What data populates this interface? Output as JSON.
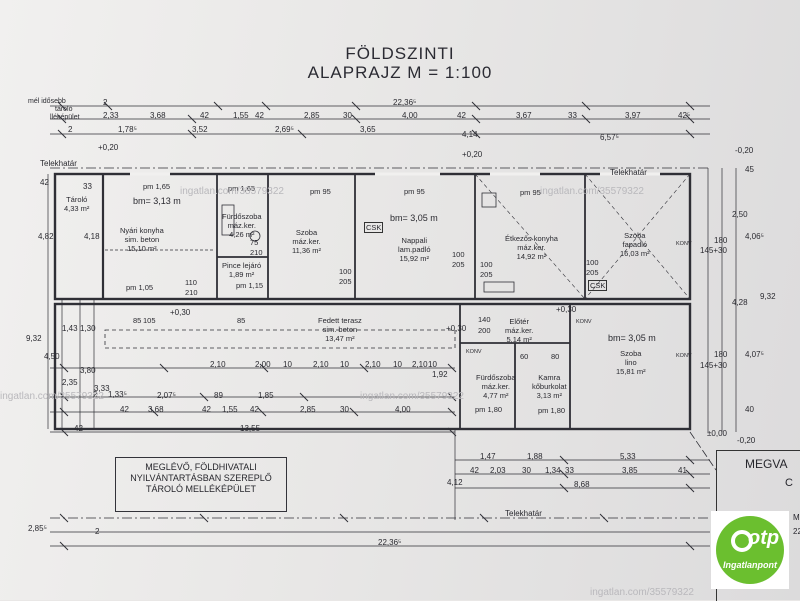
{
  "title_line1": "FÖLDSZINTI",
  "title_line2": "ALAPRAJZ M = 1:100",
  "annotations": {
    "top_left": [
      "mél idősebb",
      "tároló",
      "lléképület"
    ],
    "boundary": "Telekhatár",
    "levels": [
      "+0,20",
      "+0,20",
      "-0,20",
      "+0,30",
      "+0,30",
      "+0,30",
      "±0,00",
      "-0,20"
    ]
  },
  "dims_top": [
    "2",
    "2,33",
    "3,68",
    "42",
    "1,55",
    "42",
    "2,85",
    "30",
    "4,00",
    "42",
    "3,67",
    "33",
    "3,97",
    "42⁵",
    "2",
    "1,78⁵",
    "3,52",
    "2,69⁵",
    "3,65",
    "4,14",
    "6,57⁵",
    "22,36⁵"
  ],
  "dims_mid": [
    "2,10",
    "2,00",
    "10",
    "2,10",
    "10",
    "2,10",
    "10",
    "2,10",
    "10",
    "1,92",
    "2",
    "1,33⁵",
    "2,07⁵",
    "89",
    "1,85",
    "42",
    "3,68",
    "42",
    "1,55",
    "42",
    "2,85",
    "30",
    "4,00",
    "13,55"
  ],
  "dims_bottom": [
    "1,47",
    "1,88",
    "5,33",
    "42",
    "2,03",
    "30",
    "1,34",
    "33",
    "3,85",
    "41",
    "8,68",
    "4,12",
    "2,85⁵",
    "2",
    "22,36⁵"
  ],
  "dims_right": [
    "45",
    "2,50",
    "4,06⁵",
    "9,32",
    "4,28",
    "4,07⁵",
    "40",
    "180",
    "145+30",
    "180",
    "145+30"
  ],
  "dims_left": [
    "42",
    "4,82",
    "33",
    "4,18",
    "9,32",
    "4,50",
    "1,43",
    "1,30",
    "2,35",
    "3,80",
    "3,33",
    "42"
  ],
  "rooms": [
    {
      "name": "Tároló",
      "area": "4,33 m²"
    },
    {
      "name": "Nyári konyha",
      "floor": "sim. beton",
      "area": "15,10 m²",
      "bm": "bm= 3,13 m"
    },
    {
      "name": "Fürdőszoba",
      "floor": "máz.ker.",
      "area": "4,26 m²"
    },
    {
      "name": "Pince lejáró",
      "area": "1,89 m²"
    },
    {
      "name": "Szoba",
      "floor": "máz.ker.",
      "area": "11,36 m²"
    },
    {
      "name": "Nappali",
      "floor": "lam.padló",
      "area": "15,92 m²",
      "bm": "bm= 3,05 m"
    },
    {
      "name": "Étkezős konyha",
      "floor": "máz.ker.",
      "area": "14,92 m²"
    },
    {
      "name": "Szoba",
      "floor": "fapadló",
      "area": "16,03 m²"
    },
    {
      "name": "Fedett terasz",
      "floor": "sim. beton",
      "area": "13,47 m²"
    },
    {
      "name": "Előtér",
      "floor": "máz.ker.",
      "area": "5,14 m²"
    },
    {
      "name": "Fürdőszoba",
      "floor": "máz.ker.",
      "area": "4,77 m²"
    },
    {
      "name": "Kamra",
      "floor": "kőburkolat",
      "area": "3,13 m²"
    },
    {
      "name": "Szoba",
      "floor": "lino",
      "area": "15,81 m²",
      "bm": "bm= 3,05 m"
    }
  ],
  "openings": [
    "pm 1,65",
    "pm 1,65",
    "pm 95",
    "pm 95",
    "pm 95",
    "pm 1,05",
    "pm 1,15",
    "pm 1,80",
    "pm 1,80",
    "100",
    "205",
    "100",
    "205",
    "100",
    "205",
    "100",
    "205",
    "110",
    "210",
    "75",
    "210",
    "85",
    "105",
    "85",
    "80",
    "60",
    "140",
    "200",
    "CSK",
    "CSK",
    "KONV",
    "KONV",
    "KONV",
    "KONV"
  ],
  "note": [
    "MEGLÉVŐ, FÖLDHIVATALI",
    "NYILVÁNTARTÁSBAN SZEREPLŐ",
    "TÁROLÓ MELLÉKÉPÜLET"
  ],
  "titleblock": [
    "MEGVA",
    "C",
    "M",
    "22"
  ],
  "watermark": [
    "ingatlan.com/35579322",
    "ingatlan.com/35579322",
    "ingatlan.com/35579322",
    "ingatlan.com/35579322",
    "ingatlan.com/35579322"
  ],
  "logo": {
    "name": "otp",
    "sub": "Ingatlanpont"
  },
  "colors": {
    "paper": "#efeeed",
    "ink": "#2a2a30",
    "logo_green": "#6bbf2f"
  }
}
